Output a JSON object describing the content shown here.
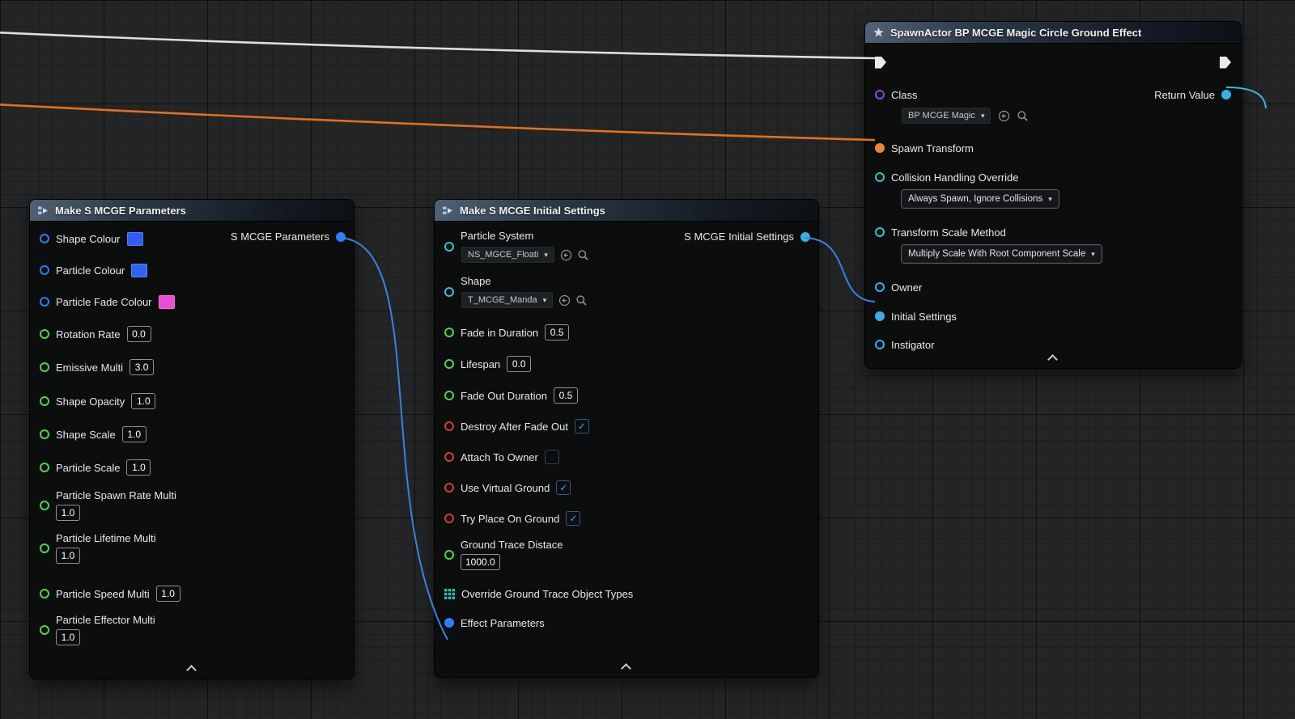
{
  "make_params": {
    "title": "Make S MCGE Parameters",
    "output": {
      "label": "S MCGE Parameters"
    },
    "pins": [
      {
        "label": "Shape Colour",
        "type": "linearcolor",
        "swatch": "#2e5df5"
      },
      {
        "label": "Particle Colour",
        "type": "linearcolor",
        "swatch": "#2e64f6"
      },
      {
        "label": "Particle Fade Colour",
        "type": "linearcolor",
        "swatch": "#ef4bd8"
      },
      {
        "label": "Rotation Rate",
        "type": "float",
        "value": "0.0"
      },
      {
        "label": "Emissive Multi",
        "type": "float",
        "value": "3.0"
      },
      {
        "label": "Shape Opacity",
        "type": "float",
        "value": "1.0"
      },
      {
        "label": "Shape Scale",
        "type": "float",
        "value": "1.0"
      },
      {
        "label": "Particle Scale",
        "type": "float",
        "value": "1.0"
      },
      {
        "label": "Particle Spawn Rate Multi",
        "type": "float",
        "value": "1.0"
      },
      {
        "label": "Particle Lifetime Multi",
        "type": "float",
        "value": "1.0"
      },
      {
        "label": "Particle Speed Multi",
        "type": "float",
        "value": "1.0"
      },
      {
        "label": "Particle Effector Multi",
        "type": "float",
        "value": "1.0"
      }
    ]
  },
  "make_settings": {
    "title": "Make S MCGE Initial Settings",
    "output": {
      "label": "S MCGE Initial Settings"
    },
    "pins": [
      {
        "label": "Particle System",
        "type": "object",
        "asset": "NS_MGCE_Floati"
      },
      {
        "label": "Shape",
        "type": "object",
        "asset": "T_MCGE_Manda"
      },
      {
        "label": "Fade in Duration",
        "type": "float",
        "value": "0.5"
      },
      {
        "label": "Lifespan",
        "type": "float",
        "value": "0.0"
      },
      {
        "label": "Fade Out Duration",
        "type": "float",
        "value": "0.5"
      },
      {
        "label": "Destroy After Fade Out",
        "type": "bool",
        "checked": true
      },
      {
        "label": "Attach To Owner",
        "type": "bool",
        "checked": false
      },
      {
        "label": "Use Virtual Ground",
        "type": "bool",
        "checked": true
      },
      {
        "label": "Try Place On Ground",
        "type": "bool",
        "checked": true
      },
      {
        "label": "Ground Trace Distace",
        "type": "float",
        "value": "1000.0"
      },
      {
        "label": "Override Ground Trace Object Types",
        "type": "array"
      },
      {
        "label": "Effect Parameters",
        "type": "struct"
      }
    ]
  },
  "spawn_actor": {
    "title": "SpawnActor BP MCGE Magic Circle Ground Effect",
    "class_label": "Class",
    "class_value": "BP MCGE Magic",
    "return_label": "Return Value",
    "spawn_transform_label": "Spawn Transform",
    "collision_label": "Collision Handling Override",
    "collision_value": "Always Spawn, Ignore Collisions",
    "scale_method_label": "Transform Scale Method",
    "scale_method_value": "Multiply Scale With Root Component Scale",
    "owner_label": "Owner",
    "initial_settings_label": "Initial Settings",
    "instigator_label": "Instigator"
  },
  "icons": {
    "chevron_down": "▾",
    "check": "✓"
  },
  "colors": {
    "exec_wire": "#dedede",
    "transform_wire": "#e2701d",
    "param_wire": "#3b82e0",
    "return_wire": "#38b8d8",
    "float_pin": "#49d84a",
    "bool_pin": "#c8413a",
    "color_struct_pin": "#2f7df6",
    "object_pin": "#2ec5c9",
    "class_pin": "#9042e8",
    "transform_pin": "#ee8430",
    "result_pin": "#36aee6"
  }
}
